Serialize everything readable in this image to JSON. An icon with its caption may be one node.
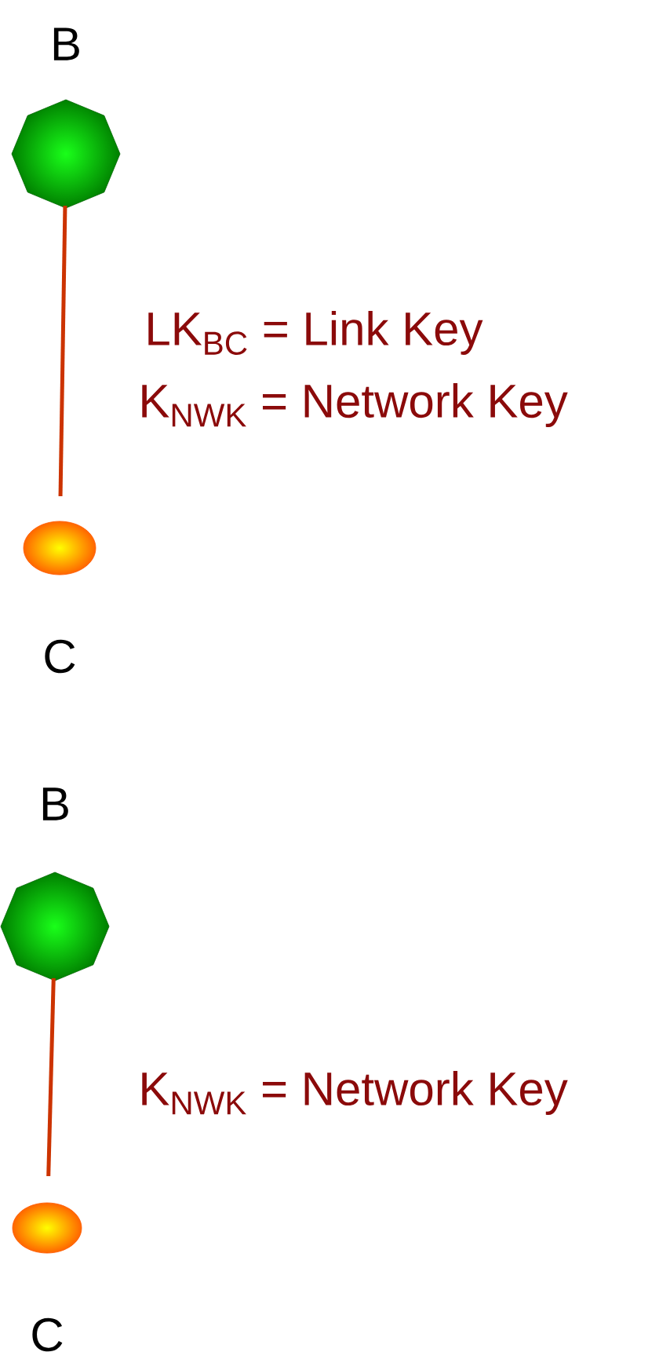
{
  "diagram": {
    "nodes": [
      {
        "text": [
          "B"
        ]
      },
      {
        "text": [
          "C"
        ]
      },
      {
        "text": [
          "B"
        ]
      },
      {
        "text": [
          "C"
        ]
      }
    ],
    "edges": [
      {
        "from": 0,
        "to": 1,
        "arrow": "none",
        "color": "#cc3300"
      },
      {
        "from": 2,
        "to": 3,
        "arrow": "none",
        "color": "#cc3300"
      }
    ],
    "labels": [
      "LK$_{BC}$ = Link Key",
      "K$_{NWK}$ = Network Key",
      "K$_{NWK}$ = Network Key"
    ]
  }
}
